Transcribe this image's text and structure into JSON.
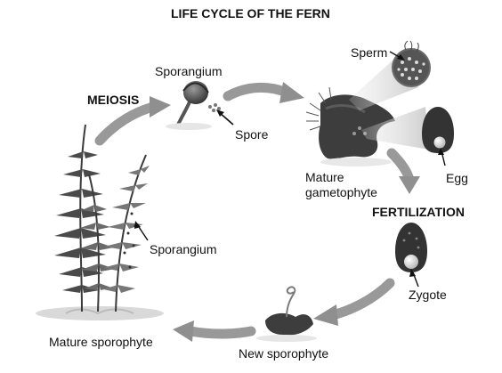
{
  "title": "LIFE CYCLE OF THE FERN",
  "stages": {
    "meiosis": "MEIOSIS",
    "sporangium_top": "Sporangium",
    "spore": "Spore",
    "sperm": "Sperm",
    "mature_gametophyte_line1": "Mature",
    "mature_gametophyte_line2": "gametophyte",
    "egg": "Egg",
    "fertilization": "FERTILIZATION",
    "zygote": "Zygote",
    "new_sporophyte": "New sporophyte",
    "mature_sporophyte": "Mature sporophyte",
    "sporangium_fern": "Sporangium"
  },
  "colors": {
    "arrow": "#8a8a8a",
    "dark_body": "#3a3a3a",
    "mid_gray": "#707070",
    "light_gray": "#d6d6d6"
  }
}
